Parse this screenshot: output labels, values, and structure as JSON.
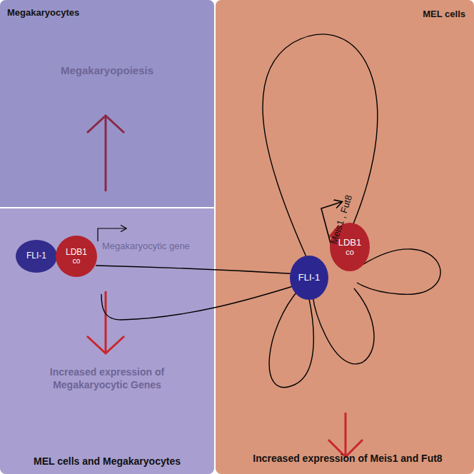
{
  "diagram": {
    "nodes": [
      {
        "text": [
          "Megakaryocytes",
          "Megakaryopoiesis"
        ]
      },
      {
        "text": [
          "MEL cells and Megakaryocytes",
          "Increased expression of Megakaryocytic Genes"
        ]
      },
      {
        "text": [
          "FLI-1"
        ],
        "in": 1
      },
      {
        "text": [
          "LDB1",
          "co"
        ],
        "in": 1
      },
      {
        "text": [
          "MEL cells",
          "Increased expression of Meis1 and Fut8"
        ]
      },
      {
        "text": [
          "FLI-1"
        ],
        "in": 4
      },
      {
        "text": [
          "LDB1",
          "co"
        ],
        "in": 4
      }
    ],
    "labels": [
      "Megakaryocytic gene",
      "Meis1 , Fut8"
    ]
  }
}
